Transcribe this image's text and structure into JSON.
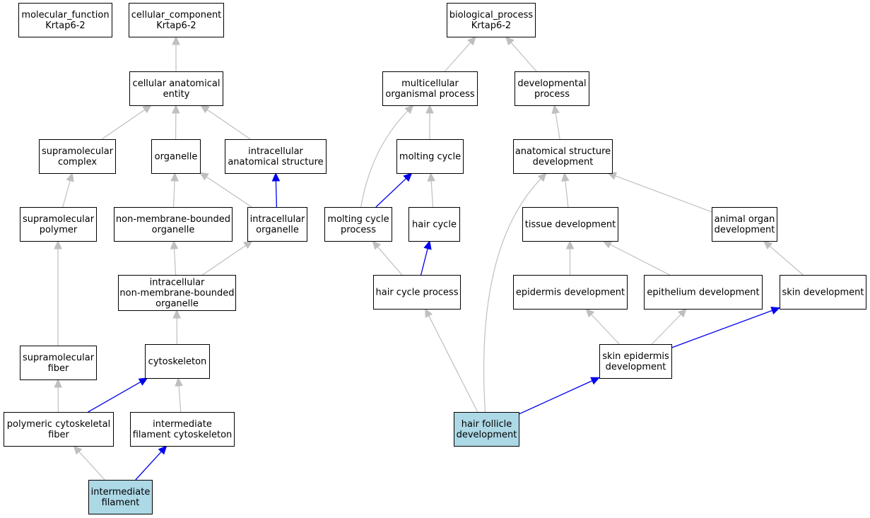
{
  "colors": {
    "node_fill": "#ffffff",
    "highlight_fill": "#add8e6",
    "node_stroke": "#000000",
    "is_a_edge": "#bfbfbf",
    "part_of_edge": "#0000ee"
  },
  "nodes": {
    "mf_root": {
      "lines": [
        "molecular_function",
        "Krtap6-2"
      ],
      "highlight": false
    },
    "cc_root": {
      "lines": [
        "cellular_component",
        "Krtap6-2"
      ],
      "highlight": false
    },
    "bp_root": {
      "lines": [
        "biological_process",
        "Krtap6-2"
      ],
      "highlight": false
    },
    "cellular_anatomical_entity": {
      "lines": [
        "cellular anatomical",
        "entity"
      ],
      "highlight": false
    },
    "supramolecular_complex": {
      "lines": [
        "supramolecular",
        "complex"
      ],
      "highlight": false
    },
    "organelle": {
      "lines": [
        "organelle"
      ],
      "highlight": false
    },
    "intracellular_anatomical_structure": {
      "lines": [
        "intracellular",
        "anatomical structure"
      ],
      "highlight": false
    },
    "supramolecular_polymer": {
      "lines": [
        "supramolecular",
        "polymer"
      ],
      "highlight": false
    },
    "non_membrane_bounded_organelle": {
      "lines": [
        "non-membrane-bounded",
        "organelle"
      ],
      "highlight": false
    },
    "intracellular_organelle": {
      "lines": [
        "intracellular",
        "organelle"
      ],
      "highlight": false
    },
    "intracellular_nmb_organelle": {
      "lines": [
        "intracellular",
        "non-membrane-bounded",
        "organelle"
      ],
      "highlight": false
    },
    "supramolecular_fiber": {
      "lines": [
        "supramolecular",
        "fiber"
      ],
      "highlight": false
    },
    "cytoskeleton": {
      "lines": [
        "cytoskeleton"
      ],
      "highlight": false
    },
    "polymeric_cytoskeletal_fiber": {
      "lines": [
        "polymeric cytoskeletal",
        "fiber"
      ],
      "highlight": false
    },
    "intermediate_filament_cytoskeleton": {
      "lines": [
        "intermediate",
        "filament cytoskeleton"
      ],
      "highlight": false
    },
    "intermediate_filament": {
      "lines": [
        "intermediate",
        "filament"
      ],
      "highlight": true
    },
    "multicellular_organismal_process": {
      "lines": [
        "multicellular",
        "organismal process"
      ],
      "highlight": false
    },
    "developmental_process": {
      "lines": [
        "developmental",
        "process"
      ],
      "highlight": false
    },
    "molting_cycle": {
      "lines": [
        "molting cycle"
      ],
      "highlight": false
    },
    "anatomical_structure_development": {
      "lines": [
        "anatomical structure",
        "development"
      ],
      "highlight": false
    },
    "molting_cycle_process": {
      "lines": [
        "molting cycle",
        "process"
      ],
      "highlight": false
    },
    "hair_cycle": {
      "lines": [
        "hair cycle"
      ],
      "highlight": false
    },
    "tissue_development": {
      "lines": [
        "tissue development"
      ],
      "highlight": false
    },
    "animal_organ_development": {
      "lines": [
        "animal organ",
        "development"
      ],
      "highlight": false
    },
    "hair_cycle_process": {
      "lines": [
        "hair cycle process"
      ],
      "highlight": false
    },
    "epidermis_development": {
      "lines": [
        "epidermis development"
      ],
      "highlight": false
    },
    "epithelium_development": {
      "lines": [
        "epithelium development"
      ],
      "highlight": false
    },
    "skin_development": {
      "lines": [
        "skin development"
      ],
      "highlight": false
    },
    "skin_epidermis_development": {
      "lines": [
        "skin epidermis",
        "development"
      ],
      "highlight": false
    },
    "hair_follicle_development": {
      "lines": [
        "hair follicle",
        "development"
      ],
      "highlight": true
    }
  },
  "edges": [
    {
      "from": "cellular_anatomical_entity",
      "to": "cc_root",
      "type": "is_a"
    },
    {
      "from": "supramolecular_complex",
      "to": "cellular_anatomical_entity",
      "type": "is_a"
    },
    {
      "from": "organelle",
      "to": "cellular_anatomical_entity",
      "type": "is_a"
    },
    {
      "from": "intracellular_anatomical_structure",
      "to": "cellular_anatomical_entity",
      "type": "is_a"
    },
    {
      "from": "supramolecular_polymer",
      "to": "supramolecular_complex",
      "type": "is_a"
    },
    {
      "from": "non_membrane_bounded_organelle",
      "to": "organelle",
      "type": "is_a"
    },
    {
      "from": "intracellular_organelle",
      "to": "organelle",
      "type": "is_a"
    },
    {
      "from": "intracellular_organelle",
      "to": "intracellular_anatomical_structure",
      "type": "part_of"
    },
    {
      "from": "intracellular_nmb_organelle",
      "to": "non_membrane_bounded_organelle",
      "type": "is_a"
    },
    {
      "from": "intracellular_nmb_organelle",
      "to": "intracellular_organelle",
      "type": "is_a"
    },
    {
      "from": "supramolecular_fiber",
      "to": "supramolecular_polymer",
      "type": "is_a"
    },
    {
      "from": "cytoskeleton",
      "to": "intracellular_nmb_organelle",
      "type": "is_a"
    },
    {
      "from": "polymeric_cytoskeletal_fiber",
      "to": "supramolecular_fiber",
      "type": "is_a"
    },
    {
      "from": "polymeric_cytoskeletal_fiber",
      "to": "cytoskeleton",
      "type": "part_of"
    },
    {
      "from": "intermediate_filament_cytoskeleton",
      "to": "cytoskeleton",
      "type": "is_a"
    },
    {
      "from": "intermediate_filament",
      "to": "polymeric_cytoskeletal_fiber",
      "type": "is_a"
    },
    {
      "from": "intermediate_filament",
      "to": "intermediate_filament_cytoskeleton",
      "type": "part_of"
    },
    {
      "from": "multicellular_organismal_process",
      "to": "bp_root",
      "type": "is_a"
    },
    {
      "from": "developmental_process",
      "to": "bp_root",
      "type": "is_a"
    },
    {
      "from": "molting_cycle",
      "to": "multicellular_organismal_process",
      "type": "is_a"
    },
    {
      "from": "molting_cycle_process",
      "to": "multicellular_organismal_process",
      "type": "is_a"
    },
    {
      "from": "molting_cycle_process",
      "to": "molting_cycle",
      "type": "part_of"
    },
    {
      "from": "hair_cycle",
      "to": "molting_cycle",
      "type": "is_a"
    },
    {
      "from": "anatomical_structure_development",
      "to": "developmental_process",
      "type": "is_a"
    },
    {
      "from": "hair_cycle_process",
      "to": "molting_cycle_process",
      "type": "is_a"
    },
    {
      "from": "hair_cycle_process",
      "to": "hair_cycle",
      "type": "part_of"
    },
    {
      "from": "tissue_development",
      "to": "anatomical_structure_development",
      "type": "is_a"
    },
    {
      "from": "animal_organ_development",
      "to": "anatomical_structure_development",
      "type": "is_a"
    },
    {
      "from": "epidermis_development",
      "to": "tissue_development",
      "type": "is_a"
    },
    {
      "from": "epithelium_development",
      "to": "tissue_development",
      "type": "is_a"
    },
    {
      "from": "skin_development",
      "to": "animal_organ_development",
      "type": "is_a"
    },
    {
      "from": "skin_epidermis_development",
      "to": "epidermis_development",
      "type": "is_a"
    },
    {
      "from": "skin_epidermis_development",
      "to": "epithelium_development",
      "type": "is_a"
    },
    {
      "from": "skin_epidermis_development",
      "to": "skin_development",
      "type": "part_of"
    },
    {
      "from": "hair_follicle_development",
      "to": "anatomical_structure_development",
      "type": "is_a"
    },
    {
      "from": "hair_follicle_development",
      "to": "hair_cycle_process",
      "type": "is_a"
    },
    {
      "from": "hair_follicle_development",
      "to": "skin_epidermis_development",
      "type": "part_of"
    }
  ]
}
